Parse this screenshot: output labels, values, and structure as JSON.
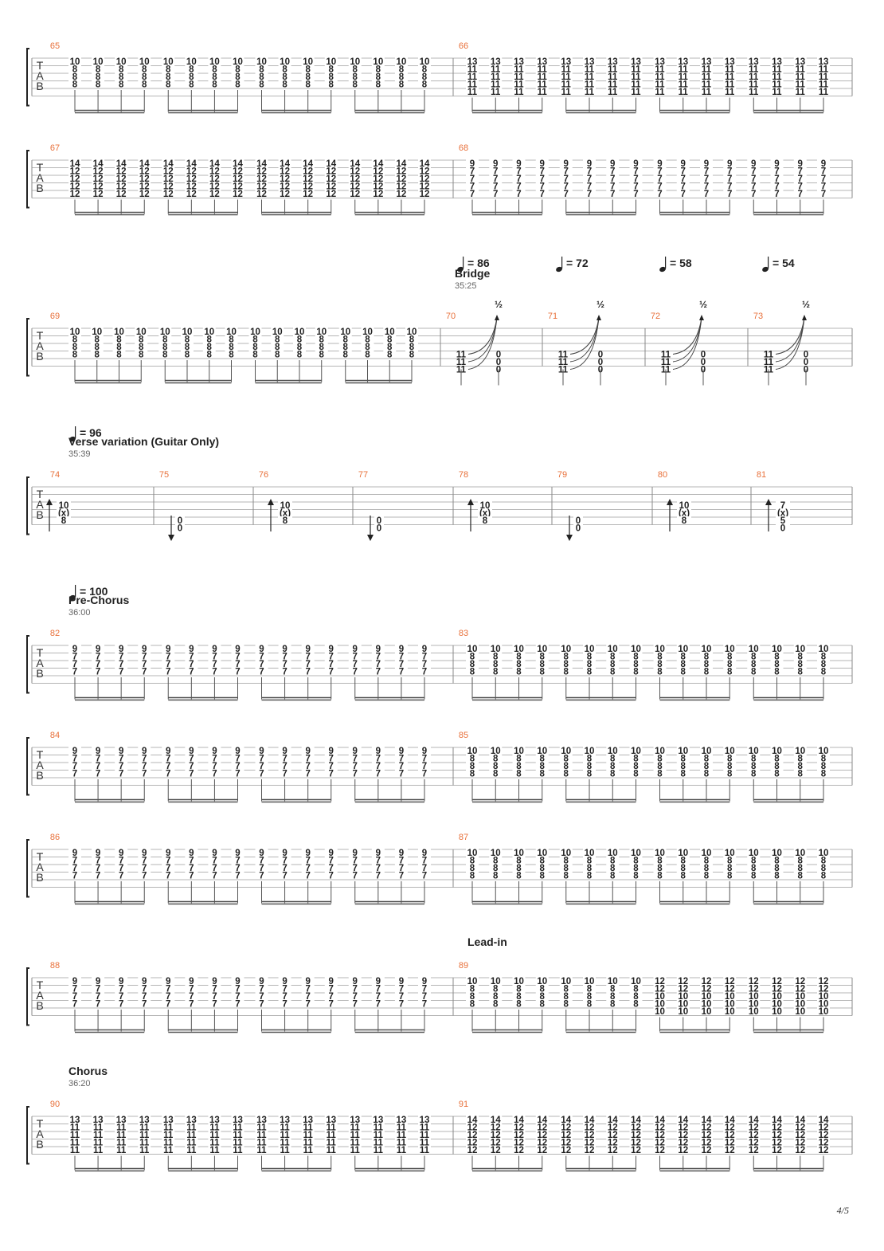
{
  "page_number": "4/5",
  "systems": [
    {
      "measures": [
        {
          "number": "65",
          "type": "chords",
          "chord": [
            "10",
            "8",
            "8",
            "8"
          ]
        },
        {
          "number": "66",
          "type": "chords",
          "chord": [
            "13",
            "11",
            "11",
            "11",
            "11"
          ]
        }
      ]
    },
    {
      "measures": [
        {
          "number": "67",
          "type": "chords",
          "chord": [
            "14",
            "12",
            "12",
            "12",
            "12"
          ]
        },
        {
          "number": "68",
          "type": "chords",
          "chord": [
            "9",
            "7",
            "7",
            "7",
            "7"
          ]
        }
      ]
    },
    {
      "tempos": [
        {
          "value": "= 86",
          "at": "70"
        },
        {
          "value": "= 72",
          "at": "71"
        },
        {
          "value": "= 58",
          "at": "72"
        },
        {
          "value": "= 54",
          "at": "73"
        }
      ],
      "section": {
        "label": "Bridge",
        "time": "35:25"
      },
      "measures": [
        {
          "number": "69",
          "type": "chords",
          "chord": [
            "10",
            "8",
            "8",
            "8"
          ]
        },
        {
          "number": "70",
          "type": "bend",
          "bend_label": "½",
          "start": [
            "11",
            "11",
            "11"
          ],
          "end": [
            "0",
            "0",
            "0"
          ]
        },
        {
          "number": "71",
          "type": "bend",
          "bend_label": "½",
          "start": [
            "11",
            "11",
            "11"
          ],
          "end": [
            "0",
            "0",
            "0"
          ]
        },
        {
          "number": "72",
          "type": "bend",
          "bend_label": "½",
          "start": [
            "11",
            "11",
            "11"
          ],
          "end": [
            "0",
            "0",
            "0"
          ]
        },
        {
          "number": "73",
          "type": "bend",
          "bend_label": "½",
          "start": [
            "11",
            "11",
            "11"
          ],
          "end": [
            "0",
            "0",
            "0"
          ]
        }
      ]
    },
    {
      "tempo": "= 96",
      "section": {
        "label": "Verse variation (Guitar Only)",
        "time": "35:39"
      },
      "measures": [
        {
          "number": "74",
          "type": "strum",
          "direction": "up",
          "notes": [
            "10",
            "(x)",
            "8"
          ]
        },
        {
          "number": "75",
          "type": "strum",
          "direction": "down",
          "notes": [
            "0",
            "0"
          ]
        },
        {
          "number": "76",
          "type": "strum",
          "direction": "up",
          "notes": [
            "10",
            "(x)",
            "8"
          ]
        },
        {
          "number": "77",
          "type": "strum",
          "direction": "down",
          "notes": [
            "0",
            "0"
          ]
        },
        {
          "number": "78",
          "type": "strum",
          "direction": "up",
          "notes": [
            "10",
            "(x)",
            "8"
          ]
        },
        {
          "number": "79",
          "type": "strum",
          "direction": "down",
          "notes": [
            "0",
            "0"
          ]
        },
        {
          "number": "80",
          "type": "strum",
          "direction": "up",
          "notes": [
            "10",
            "(x)",
            "8"
          ]
        },
        {
          "number": "81",
          "type": "strum",
          "direction": "up",
          "notes": [
            "7",
            "(x)",
            "5",
            "0"
          ]
        }
      ]
    },
    {
      "tempo": "= 100",
      "section": {
        "label": "Pre-Chorus",
        "time": "36:00"
      },
      "measures": [
        {
          "number": "82",
          "type": "chords",
          "chord": [
            "9",
            "7",
            "7",
            "7"
          ]
        },
        {
          "number": "83",
          "type": "chords",
          "chord": [
            "10",
            "8",
            "8",
            "8"
          ]
        }
      ]
    },
    {
      "measures": [
        {
          "number": "84",
          "type": "chords",
          "chord": [
            "9",
            "7",
            "7",
            "7"
          ]
        },
        {
          "number": "85",
          "type": "chords",
          "chord": [
            "10",
            "8",
            "8",
            "8"
          ]
        }
      ]
    },
    {
      "measures": [
        {
          "number": "86",
          "type": "chords",
          "chord": [
            "9",
            "7",
            "7",
            "7"
          ]
        },
        {
          "number": "87",
          "type": "chords",
          "chord": [
            "10",
            "8",
            "8",
            "8"
          ]
        }
      ]
    },
    {
      "section": {
        "label": "Lead-in",
        "time": ""
      },
      "measures": [
        {
          "number": "88",
          "type": "chords",
          "chord": [
            "9",
            "7",
            "7",
            "7"
          ]
        },
        {
          "number": "89",
          "type": "chords",
          "chord": [
            "10",
            "8",
            "8",
            "8"
          ],
          "chord_second_half": [
            "12",
            "12",
            "10",
            "10",
            "10"
          ]
        }
      ]
    },
    {
      "section": {
        "label": "Chorus",
        "time": "36:20"
      },
      "measures": [
        {
          "number": "90",
          "type": "chords",
          "chord": [
            "13",
            "11",
            "11",
            "11",
            "11"
          ]
        },
        {
          "number": "91",
          "type": "chords",
          "chord": [
            "14",
            "12",
            "12",
            "12",
            "12"
          ]
        }
      ]
    }
  ],
  "tab_clef": [
    "T",
    "A",
    "B"
  ]
}
